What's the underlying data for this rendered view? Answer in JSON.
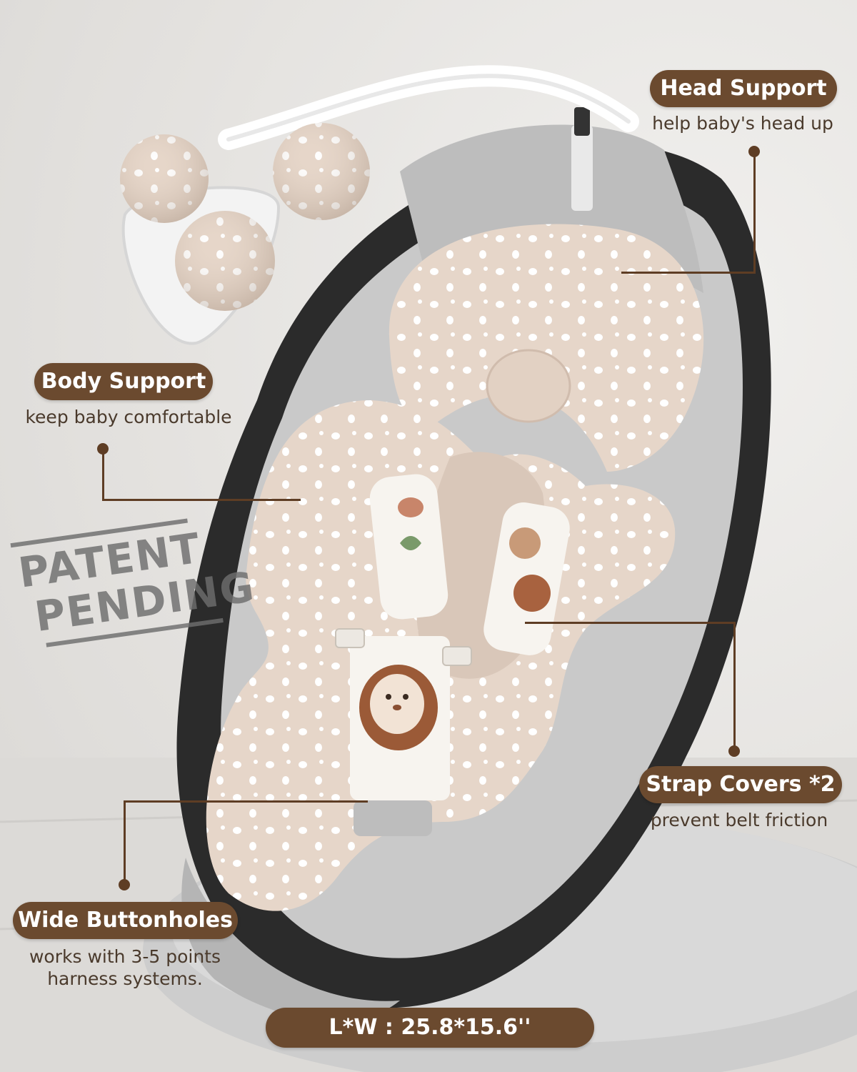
{
  "callouts": {
    "head_support": {
      "title": "Head Support",
      "desc": "help baby's head up"
    },
    "body_support": {
      "title": "Body Support",
      "desc": "keep baby comfortable"
    },
    "strap_covers": {
      "title": "Strap Covers *2",
      "desc": "prevent belt friction"
    },
    "wide_buttonholes": {
      "title": "Wide Buttonholes",
      "desc_line1": "works with 3-5 points",
      "desc_line2": "harness systems."
    }
  },
  "stamp": {
    "line1": "PATENT",
    "line2": "PENDING"
  },
  "dimensions": {
    "label": "L*W : 25.8*15.6''"
  },
  "colors": {
    "pill": "#6b4a2f",
    "accent_line": "#5e3d24",
    "cushion": "#e6d6c9",
    "seat_shell": "#2b2b2b",
    "seat_fabric": "#c9c9c9"
  }
}
